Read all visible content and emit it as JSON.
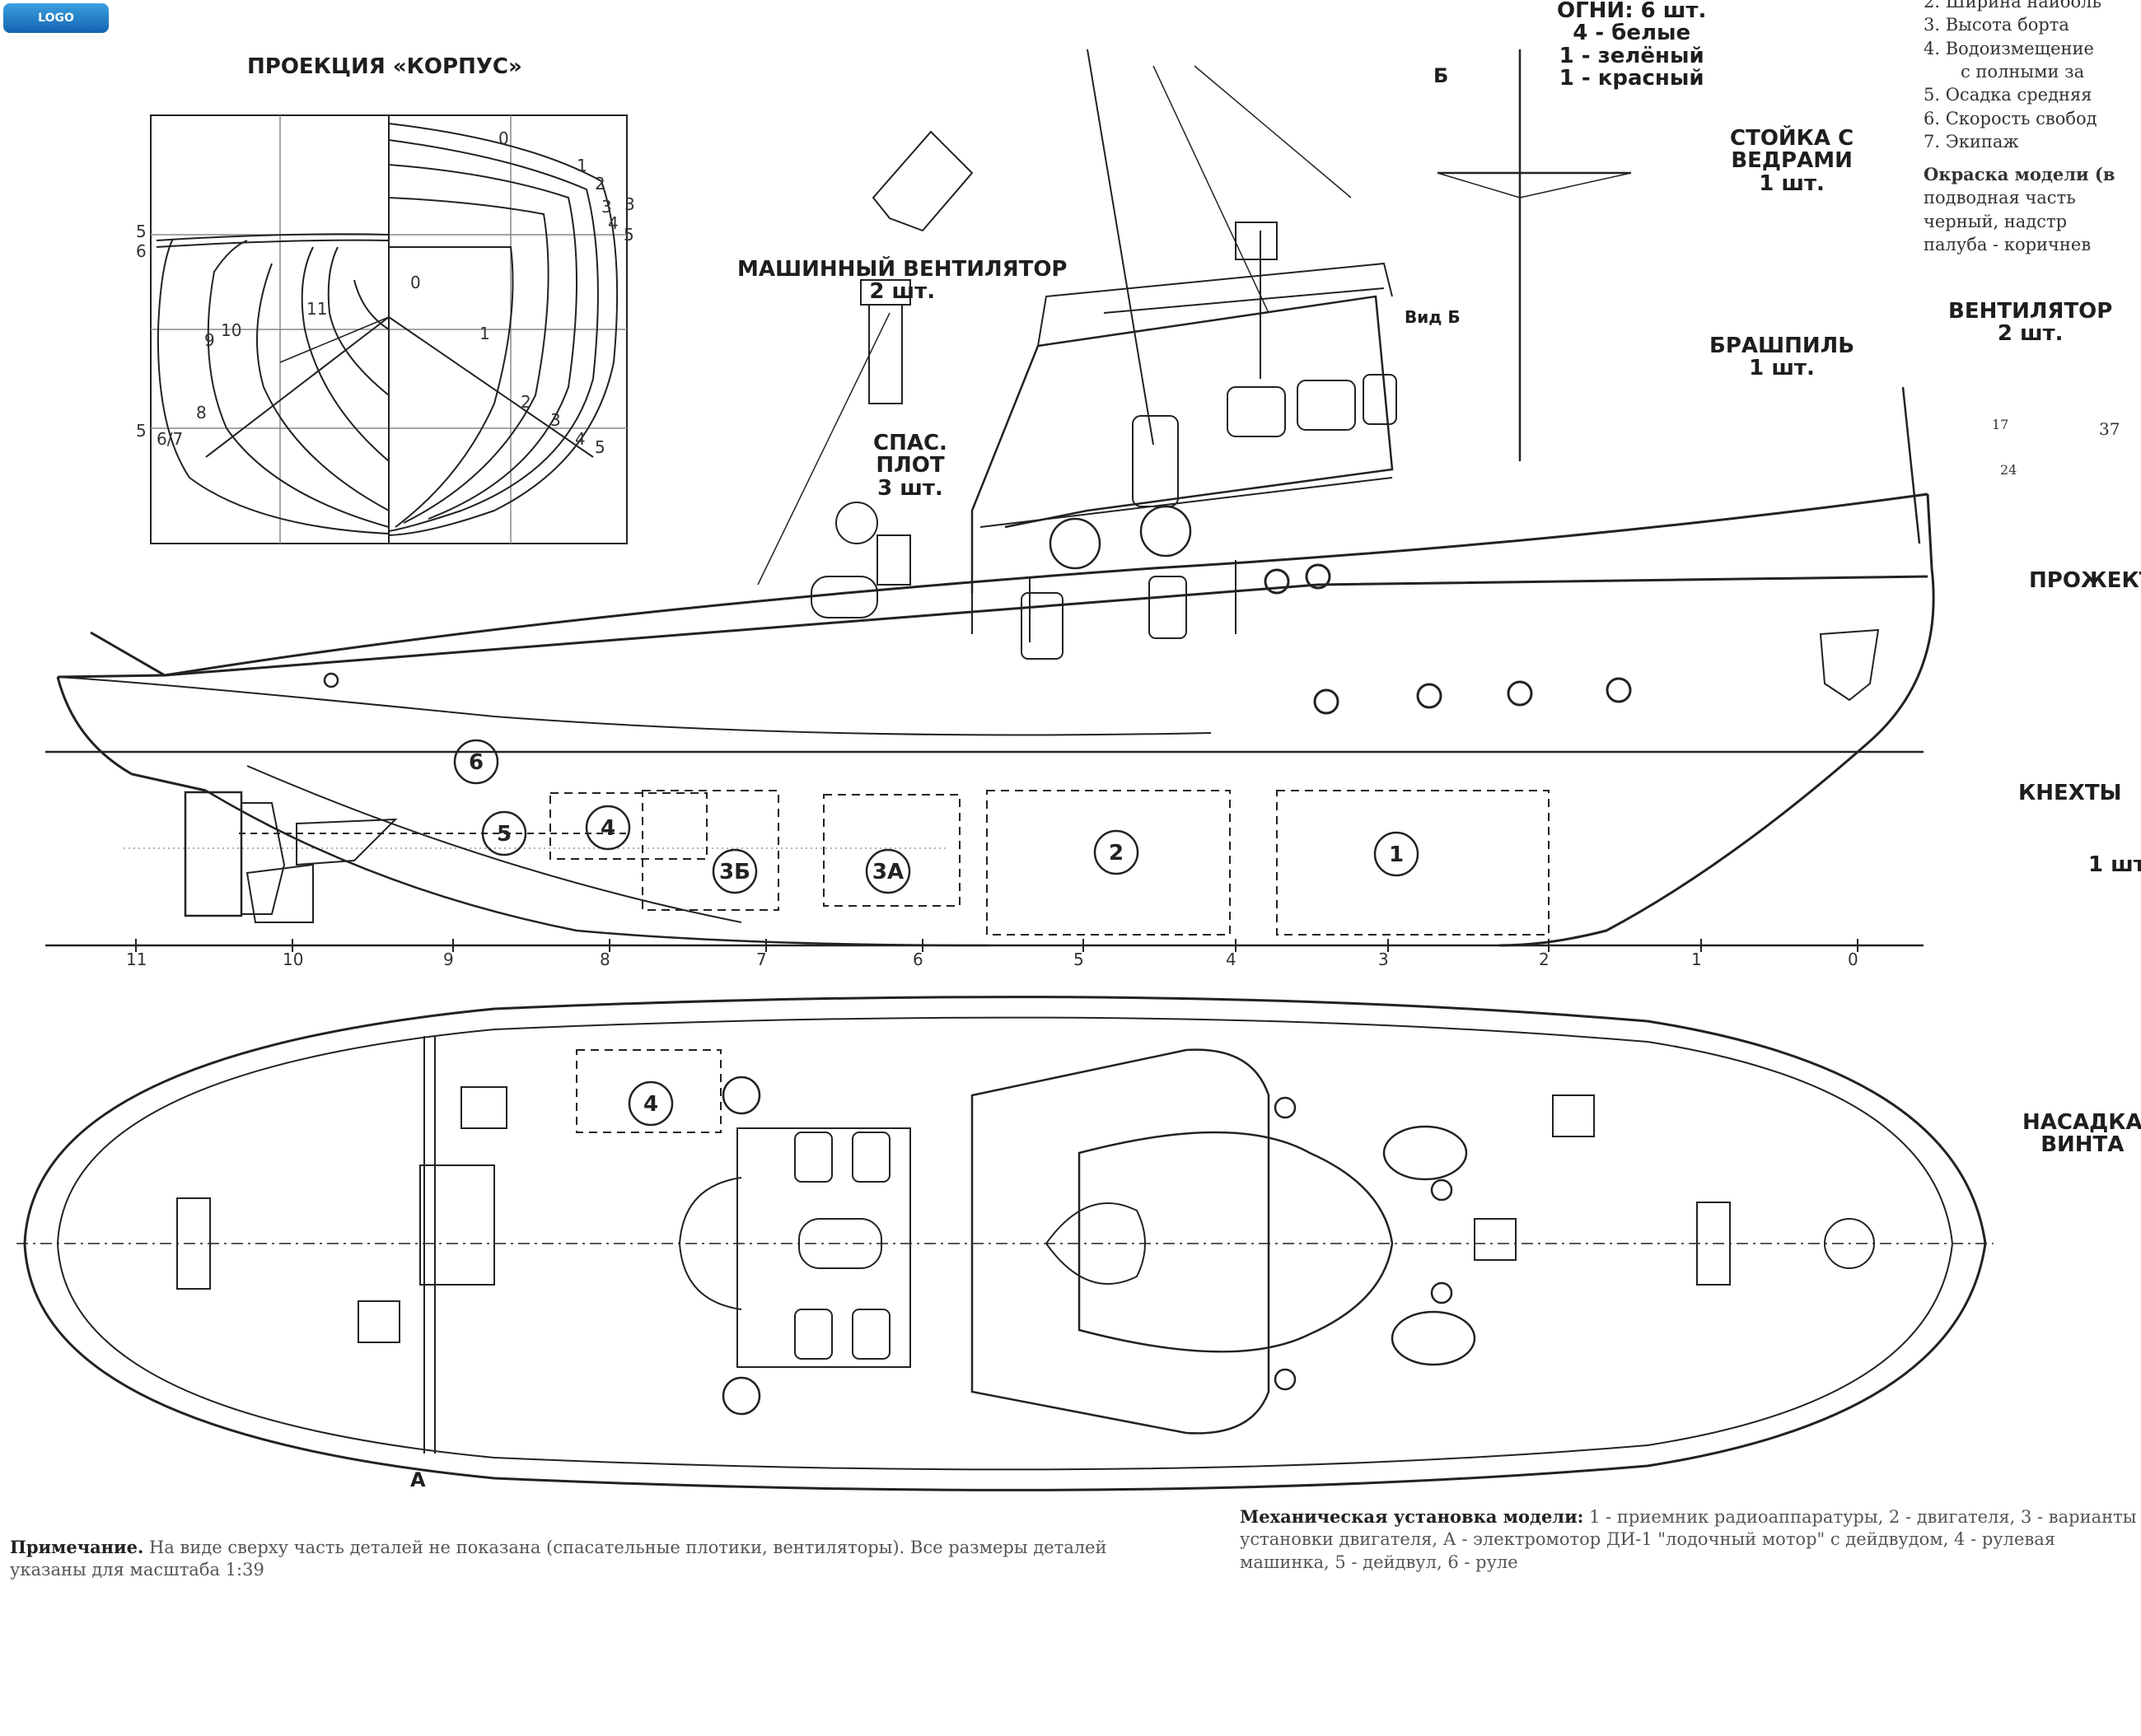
{
  "watermark": "",
  "labels": {
    "proj_korpus": "ПРОЕКЦИЯ «КОРПУС»",
    "mash_vent": [
      "МАШИННЫЙ ВЕНТИЛЯТОР",
      "2 шт."
    ],
    "spas_plot": [
      "СПАС.",
      "ПЛОТ",
      "3 шт."
    ],
    "ogni": [
      "ОГНИ: 6 шт.",
      "4 - белые",
      "1 - зелёный",
      "1 - красный"
    ],
    "stoika": [
      "СТОЙКА С",
      "ВЕДРАМИ",
      "1 шт."
    ],
    "brashpil": [
      "БРАШПИЛЬ",
      "1 шт."
    ],
    "ventilyator": [
      "ВЕНТИЛЯТОР",
      "2 шт."
    ],
    "prozhektor": "ПРОЖЕКТ",
    "knekhty": "КНЕХТЫ",
    "knekhty_count": "1 шт",
    "nasadka": [
      "НАСАДКА",
      "ВИНТА"
    ],
    "vid_b": "Вид Б",
    "b_mark": "Б",
    "a_mark": "А"
  },
  "specs": [
    "2. Ширина наиболь",
    "3. Высота борта",
    "4. Водоизмещение",
    "с полными за",
    "5. Осадка средняя",
    "6. Скорость свобод",
    "7. Экипаж"
  ],
  "paint_note": {
    "title": "Окраска модели (в",
    "lines": [
      "подводная часть",
      "черный, надстр",
      "палуба - коричнев"
    ]
  },
  "body_numbers": {
    "left": [
      "0",
      "11",
      "10",
      "9",
      "8",
      "6/7",
      "5",
      "5",
      "6"
    ],
    "right": [
      "0",
      "1",
      "2",
      "3",
      "4",
      "5",
      "1",
      "2",
      "3",
      "3",
      "4",
      "5"
    ]
  },
  "station_numbers": [
    "11",
    "10",
    "9",
    "8",
    "7",
    "6",
    "5",
    "4",
    "3",
    "2",
    "1",
    "0"
  ],
  "equipment_circles": [
    "6",
    "5",
    "4",
    "3Б",
    "3А",
    "2",
    "1",
    "4"
  ],
  "dims": [
    "37",
    "24",
    "17"
  ],
  "note_bottom": {
    "title": "Примечание.",
    "text": "На виде сверху часть деталей не показана (спасательные плотики, вентиляторы). Все размеры деталей указаны для масштаба 1:39"
  },
  "mech_note": {
    "title": "Механическая установка модели:",
    "text": "1 - приемник радиоаппаратуры, 2 - двигателя, 3 - варианты установки двигателя, А - электромотор ДИ-1 \"лодочный мотор\" с дейдвудом, 4 - рулевая машинка, 5 - дейдвул, 6 - руле"
  }
}
